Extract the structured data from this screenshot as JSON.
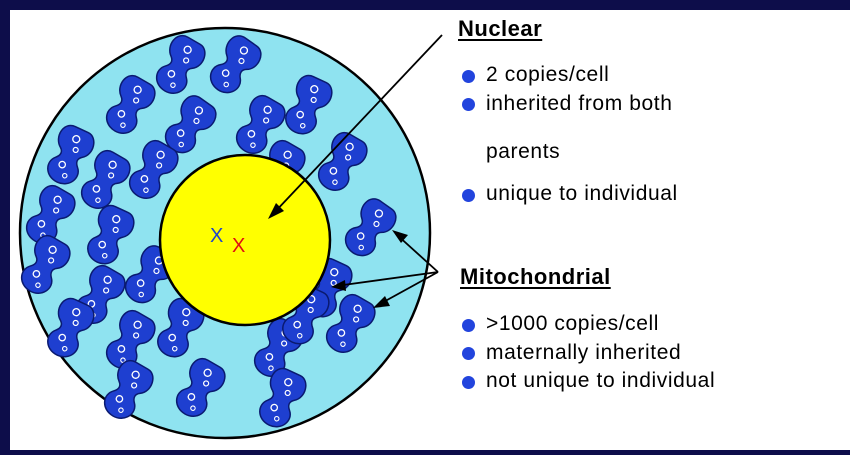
{
  "nuclear": {
    "title": "Nuclear",
    "items": [
      "2 copies/cell",
      "inherited from both",
      "unique to individual"
    ],
    "continuation": "parents"
  },
  "mitochondrial": {
    "title": "Mitochondrial",
    "items": [
      ">1000 copies/cell",
      "maternally inherited",
      "not unique to individual"
    ]
  },
  "chromosome_labels": {
    "x_blue": "X",
    "x_red": "X"
  },
  "colors": {
    "background": "#0d0d4a",
    "cytoplasm": "#8fe3f0",
    "nucleus": "#ffff00",
    "mitochondrion": "#1e3fd0",
    "bullet": "#2244dd",
    "x_blue": "#2244cc",
    "x_red": "#e01010"
  }
}
